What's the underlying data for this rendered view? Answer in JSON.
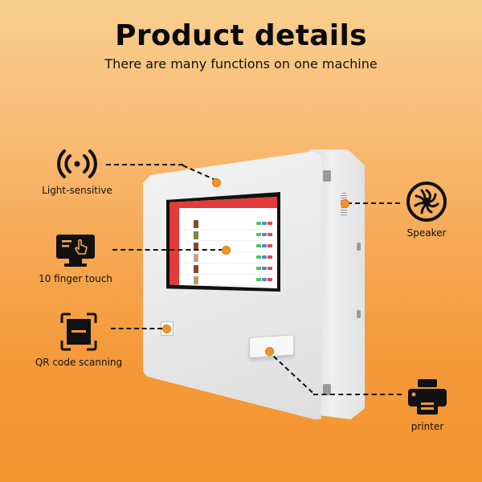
{
  "header": {
    "title": "Product details",
    "subtitle": "There are many functions on one machine"
  },
  "features": [
    {
      "id": "light-sensitive",
      "label": "Light-sensitive",
      "icon": "signal-broadcast-icon"
    },
    {
      "id": "touch",
      "label": "10 finger touch",
      "icon": "touch-monitor-icon"
    },
    {
      "id": "qr",
      "label": "QR code scanning",
      "icon": "qr-scan-icon"
    },
    {
      "id": "speaker",
      "label": "Speaker",
      "icon": "speaker-fan-icon"
    },
    {
      "id": "printer",
      "label": "printer",
      "icon": "printer-icon"
    }
  ],
  "colors": {
    "accent_dot": "#f39322",
    "screen_ui_red": "#e23b3b",
    "bg_top": "#f9cf8e",
    "bg_bottom": "#f3952f"
  }
}
